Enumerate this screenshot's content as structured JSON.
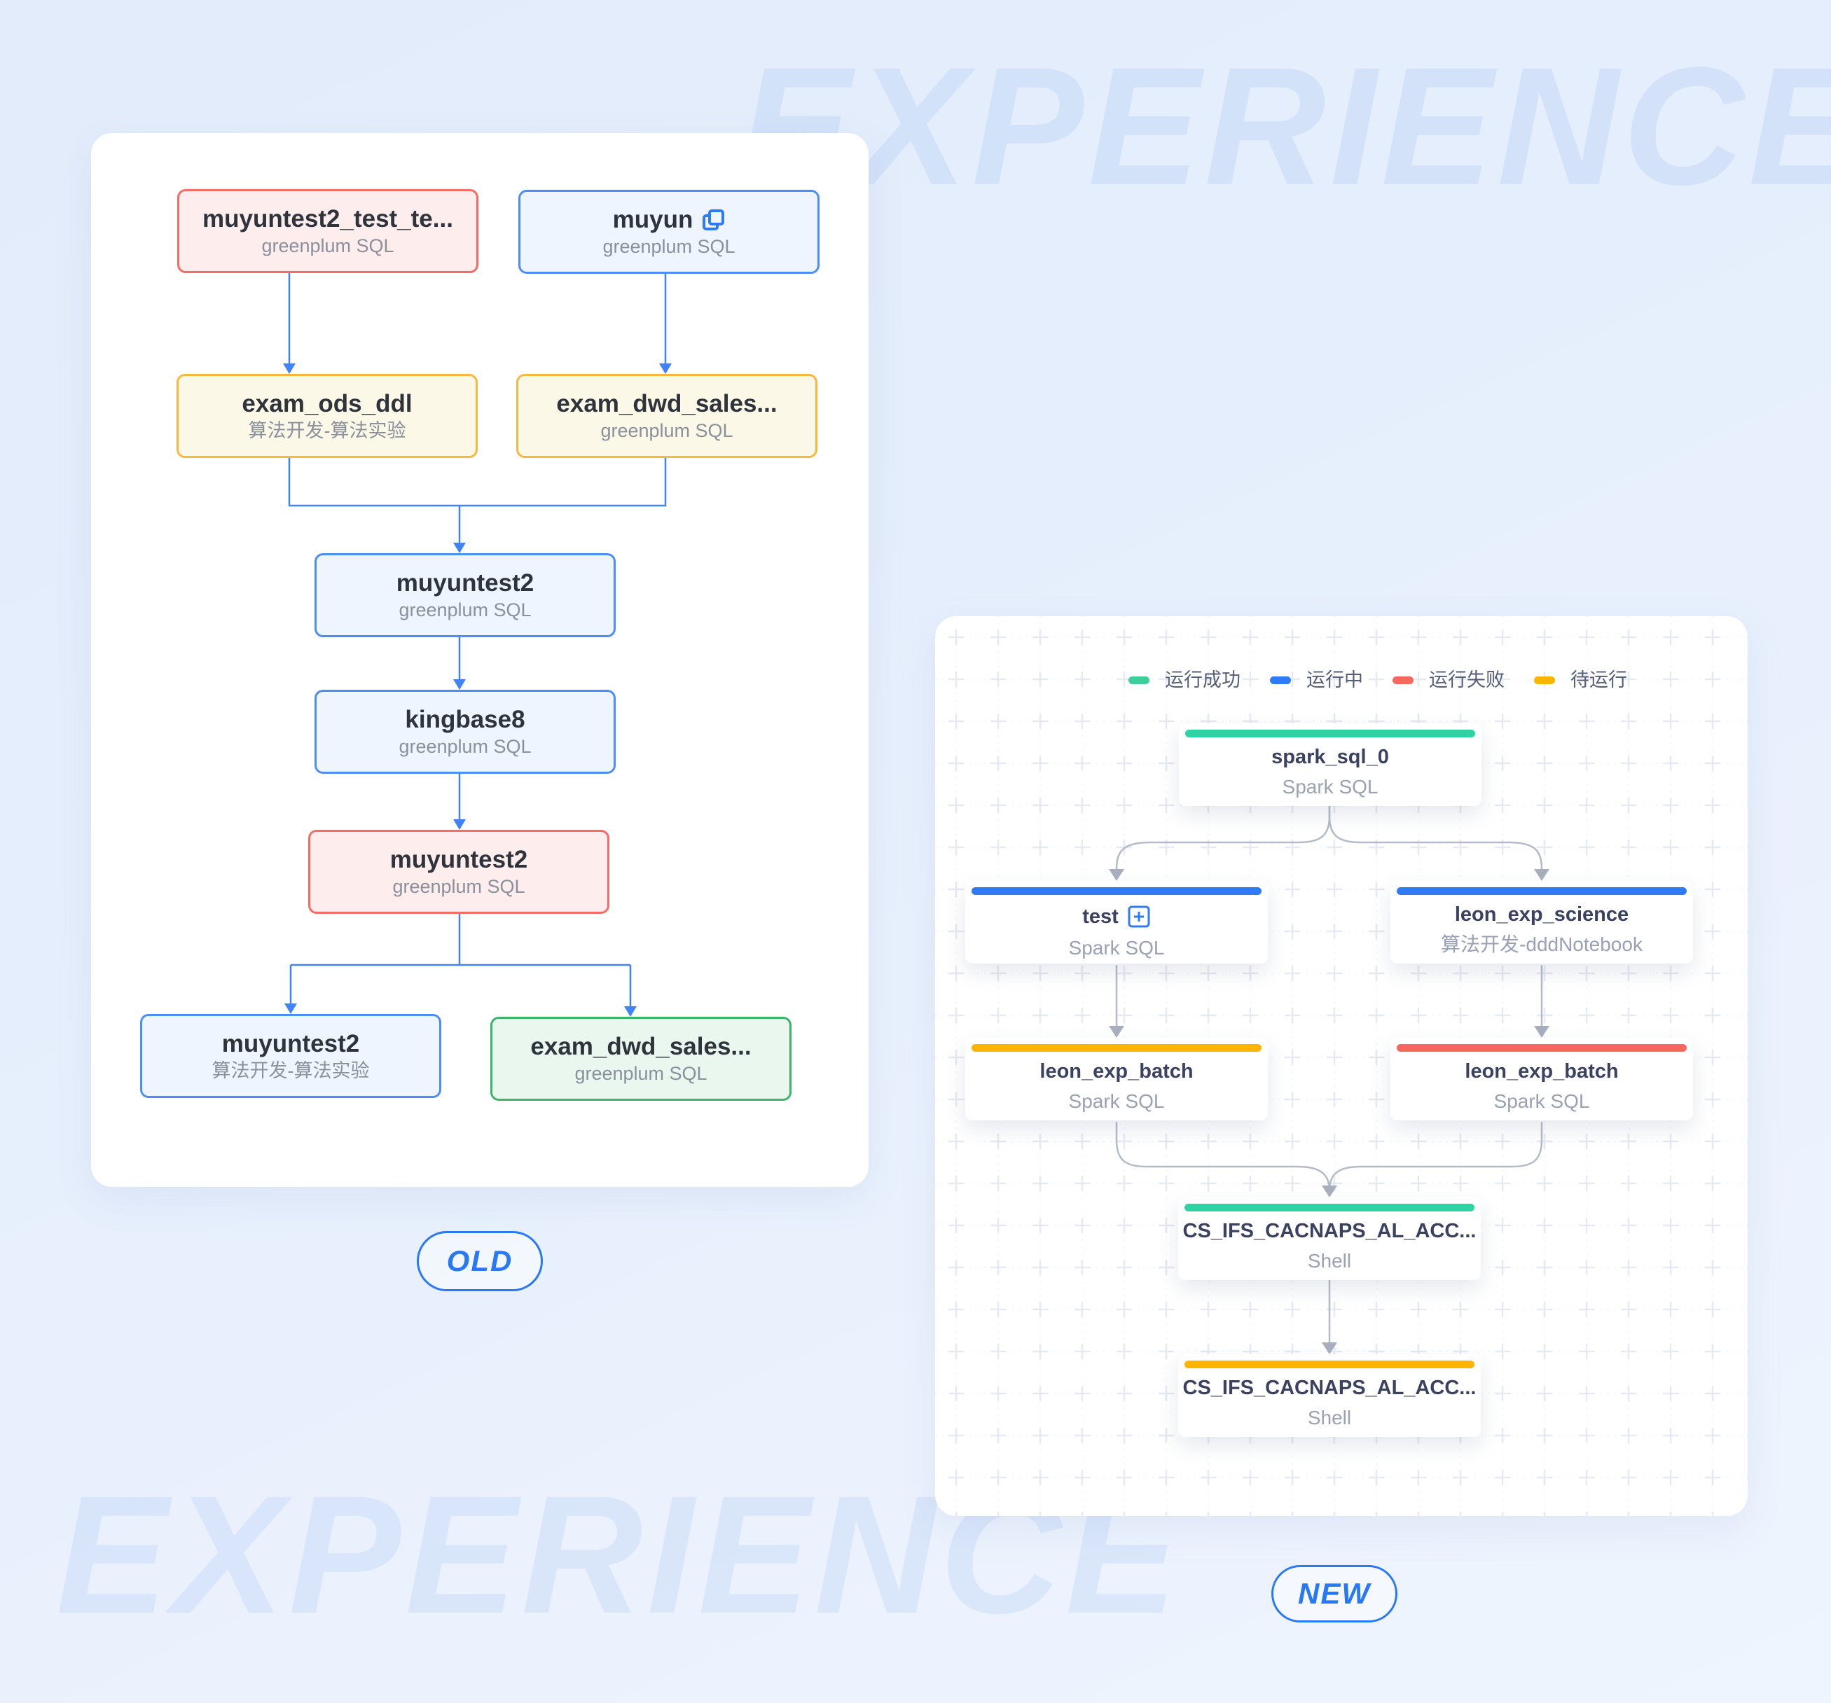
{
  "watermark": {
    "top": "EXPERIENCE",
    "bottom": "EXPERIENCE"
  },
  "old_panel": {
    "label": "OLD",
    "variants": {
      "blue": {
        "border": "#4d8df6",
        "fill": "#eef5fe"
      },
      "red": {
        "border": "#f56c64",
        "fill": "#fdeded"
      },
      "yellow": {
        "border": "#f6b93e",
        "fill": "#fcf8e8"
      },
      "green": {
        "border": "#3ab56a",
        "fill": "#eaf7ef"
      }
    },
    "arrow_color": "#3f83f8",
    "nodes": [
      {
        "title": "muyuntest2_test_te...",
        "subtitle": "greenplum SQL",
        "variant": "red"
      },
      {
        "title": "muyun",
        "subtitle": "greenplum SQL",
        "variant": "blue",
        "icon": "copy-icon"
      },
      {
        "title": "exam_ods_ddl",
        "subtitle": "算法开发-算法实验",
        "variant": "yellow"
      },
      {
        "title": "exam_dwd_sales...",
        "subtitle": "greenplum SQL",
        "variant": "yellow"
      },
      {
        "title": "muyuntest2",
        "subtitle": "greenplum SQL",
        "variant": "blue"
      },
      {
        "title": "kingbase8",
        "subtitle": "greenplum SQL",
        "variant": "blue"
      },
      {
        "title": "muyuntest2",
        "subtitle": "greenplum SQL",
        "variant": "red"
      },
      {
        "title": "muyuntest2",
        "subtitle": "算法开发-算法实验",
        "variant": "blue"
      },
      {
        "title": "exam_dwd_sales...",
        "subtitle": "greenplum SQL",
        "variant": "green"
      }
    ]
  },
  "new_panel": {
    "label": "NEW",
    "edge_color": "#b4bac8",
    "legend": [
      {
        "label": "运行成功",
        "color": "#3ecf9a"
      },
      {
        "label": "运行中",
        "color": "#2f7bf5"
      },
      {
        "label": "运行失败",
        "color": "#f5685e"
      },
      {
        "label": "待运行",
        "color": "#f7b500"
      }
    ],
    "status_colors": {
      "success": "#2ed3a3",
      "running": "#2f7bf5",
      "failed": "#f5685e",
      "pending": "#ffb400"
    },
    "nodes": [
      {
        "title": "spark_sql_0",
        "subtitle": "Spark SQL",
        "status": "success",
        "color": "#2ed3a3"
      },
      {
        "title": "test",
        "subtitle": "Spark SQL",
        "status": "running",
        "color": "#2f7bf5",
        "icon": "plus-icon"
      },
      {
        "title": "leon_exp_science",
        "subtitle": "算法开发-dddNotebook",
        "status": "running",
        "color": "#2f7bf5"
      },
      {
        "title": "leon_exp_batch",
        "subtitle": "Spark SQL",
        "status": "pending",
        "color": "#ffb400"
      },
      {
        "title": "leon_exp_batch",
        "subtitle": "Spark SQL",
        "status": "failed",
        "color": "#f5685e"
      },
      {
        "title": "CS_IFS_CACNAPS_AL_ACC...",
        "subtitle": "Shell",
        "status": "success",
        "color": "#2ed3a3"
      },
      {
        "title": "CS_IFS_CACNAPS_AL_ACC...",
        "subtitle": "Shell",
        "status": "pending",
        "color": "#ffb400"
      }
    ]
  }
}
